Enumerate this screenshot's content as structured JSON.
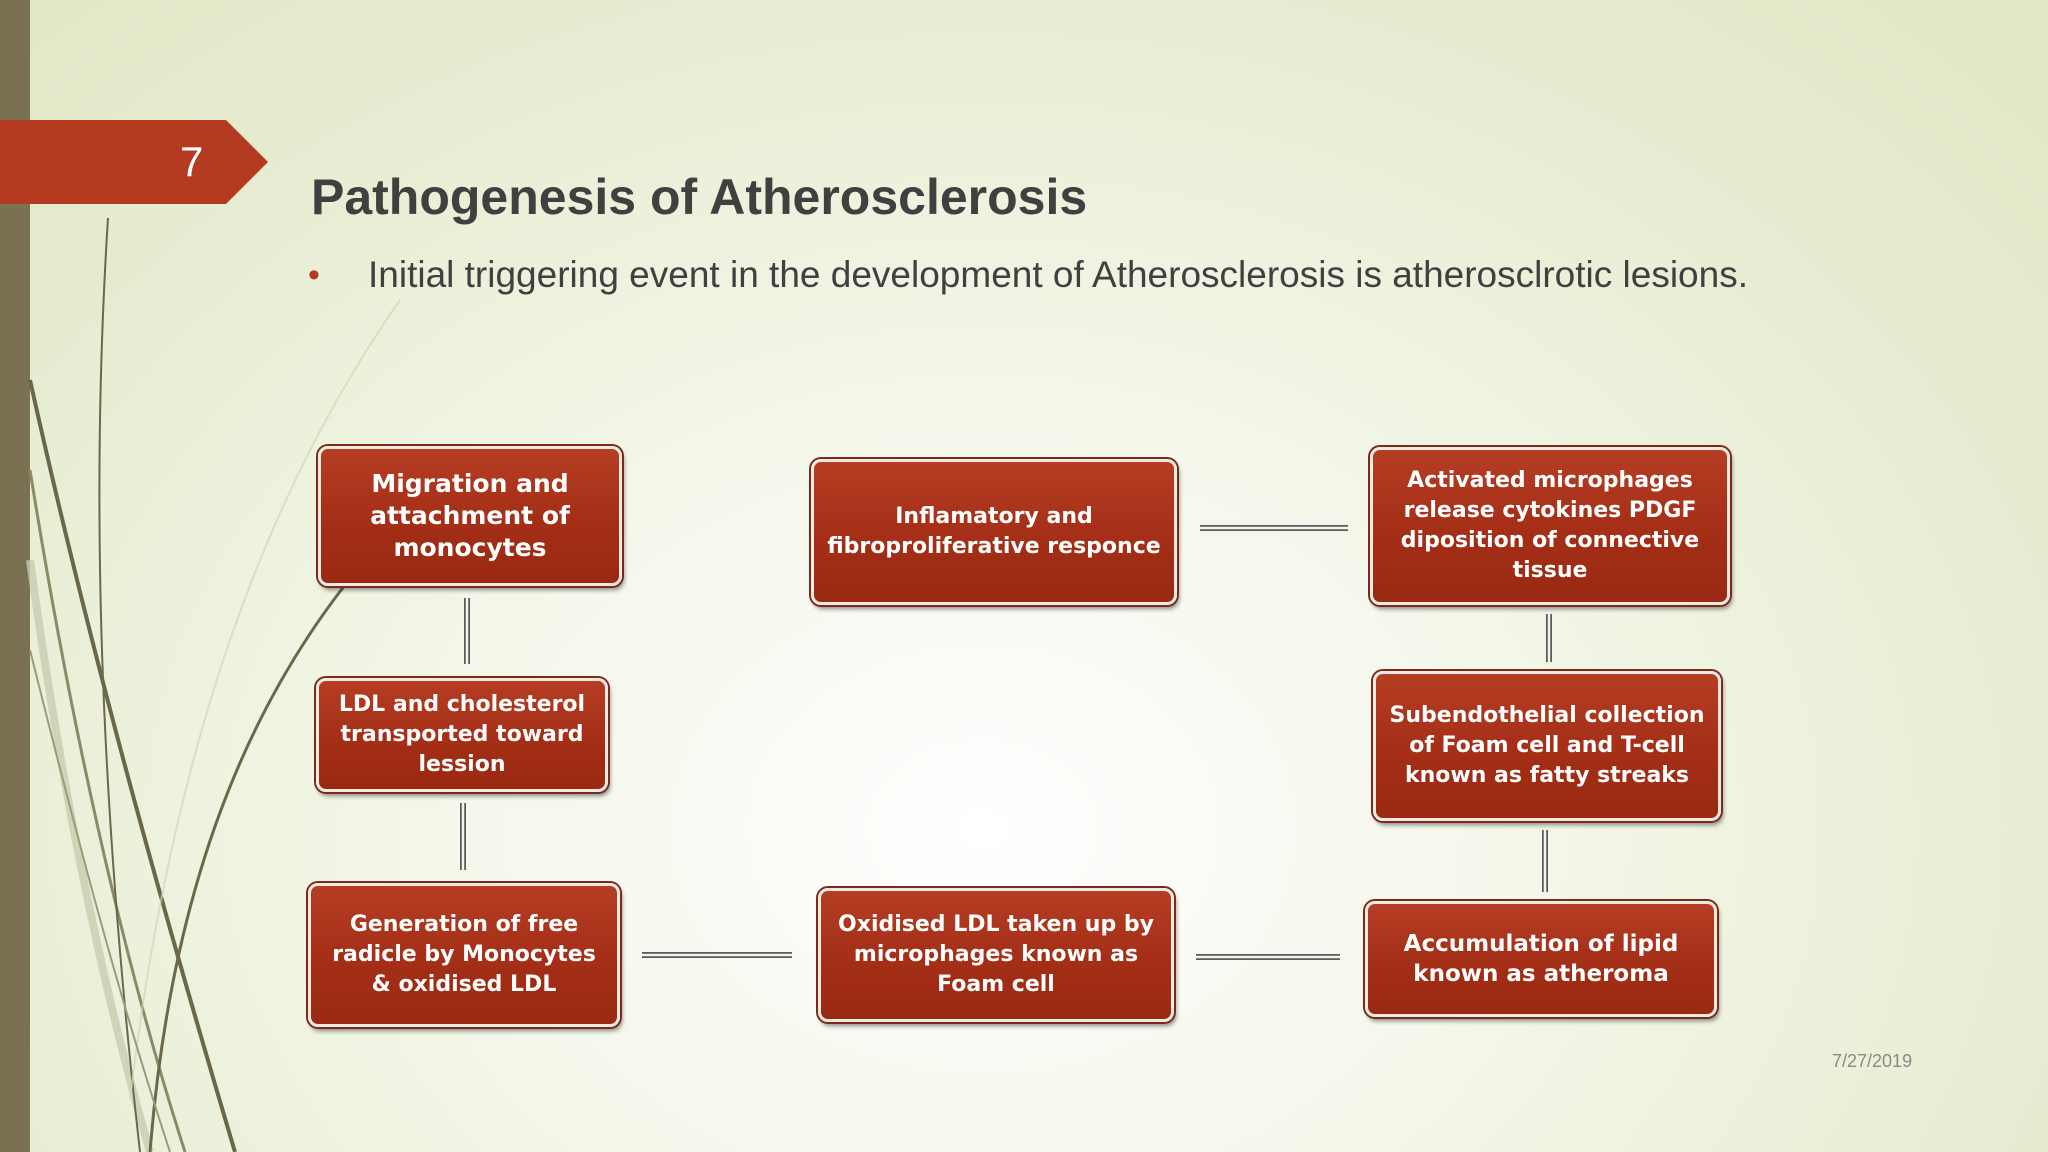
{
  "slide": {
    "number": "7",
    "title": "Pathogenesis of Atherosclerosis",
    "bullet": "Initial triggering event in the development of Atherosclerosis is atherosclrotic lesions.",
    "date": "7/27/2019"
  },
  "diagram": {
    "nodes": {
      "migration": "Migration and attachment of monocytes",
      "ldl": "LDL and cholesterol transported toward lession",
      "free_radicle": "Generation of free radicle by Monocytes & oxidised LDL",
      "oxidised_ldl": "Oxidised LDL taken up by microphages known as Foam cell",
      "accumulation": "Accumulation of lipid known as atheroma",
      "subendothelial": "Subendothelial collection of Foam cell and T-cell known as fatty streaks",
      "activated": "Activated microphages release cytokines PDGF diposition of connective tissue",
      "inflamatory": "Inflamatory and fibroproliferative responce"
    },
    "edges": [
      {
        "from": "migration",
        "to": "ldl"
      },
      {
        "from": "ldl",
        "to": "free_radicle"
      },
      {
        "from": "free_radicle",
        "to": "oxidised_ldl"
      },
      {
        "from": "oxidised_ldl",
        "to": "accumulation"
      },
      {
        "from": "accumulation",
        "to": "subendothelial"
      },
      {
        "from": "subendothelial",
        "to": "activated"
      },
      {
        "from": "activated",
        "to": "inflamatory"
      }
    ]
  }
}
